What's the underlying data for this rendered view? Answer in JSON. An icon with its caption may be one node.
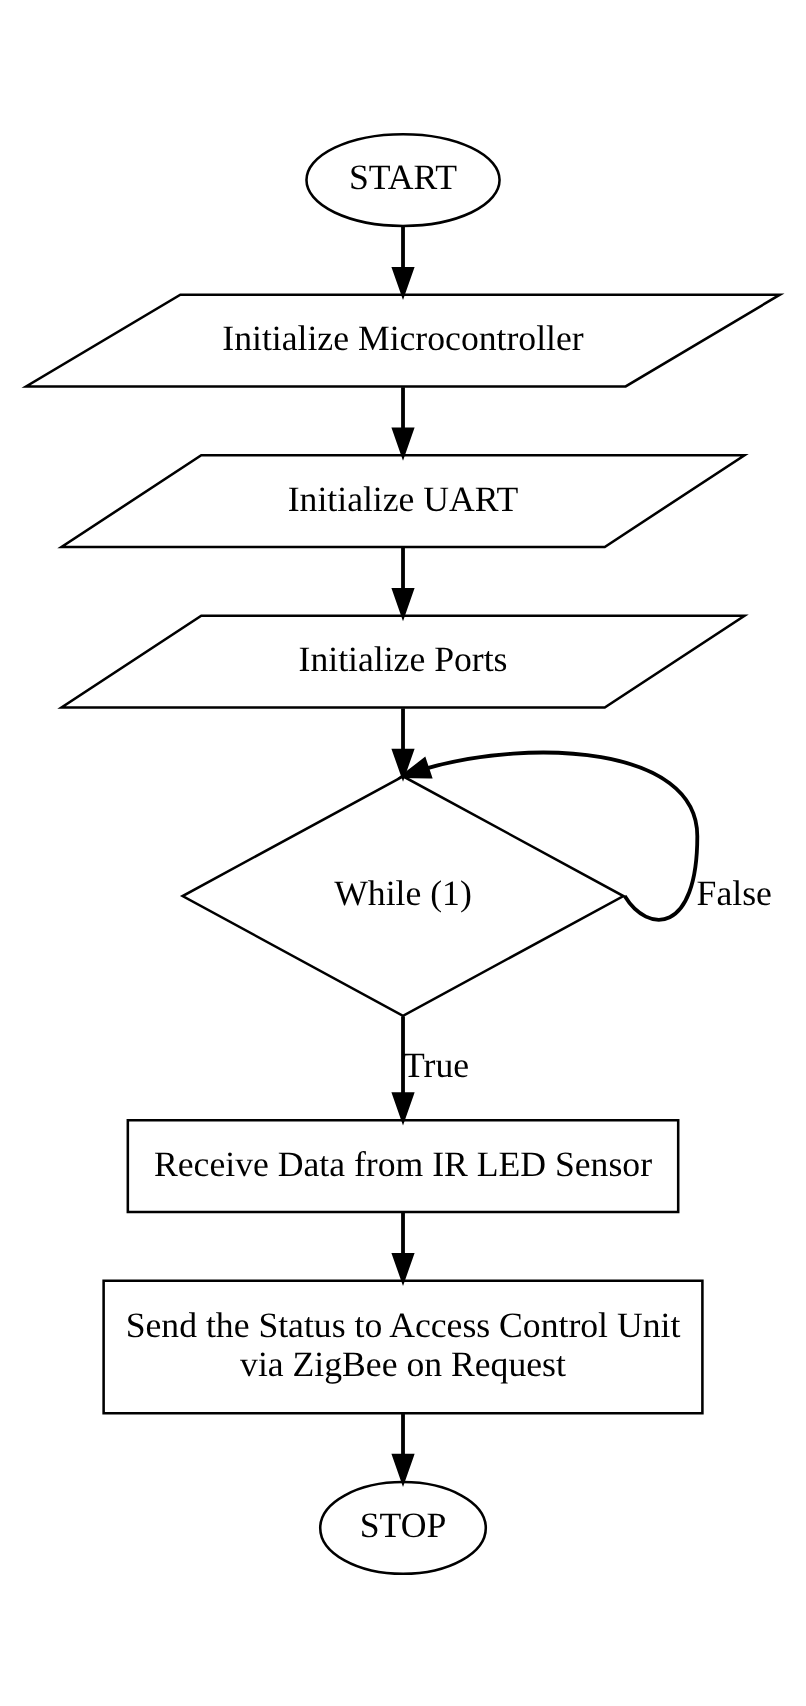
{
  "diagram": {
    "nodes": [
      {
        "text": [
          "START"
        ]
      },
      {
        "text": [
          "Initialize Microcontroller"
        ]
      },
      {
        "text": [
          "Initialize UART"
        ]
      },
      {
        "text": [
          "Initialize Ports"
        ]
      },
      {
        "text": [
          "While (1)"
        ]
      },
      {
        "text": [
          "Receive Data from IR LED Sensor"
        ]
      },
      {
        "text": [
          "Send the Status to Access Control Unit via ZigBee on Request"
        ]
      },
      {
        "text": [
          "STOP"
        ]
      }
    ],
    "edges": [
      {
        "from": 0,
        "to": 1,
        "arrow": "to"
      },
      {
        "from": 1,
        "to": 2,
        "arrow": "to"
      },
      {
        "from": 2,
        "to": 3,
        "arrow": "to"
      },
      {
        "from": 3,
        "to": 4,
        "arrow": "to"
      },
      {
        "from": 4,
        "to": 4,
        "arrow": "to",
        "label": "False"
      },
      {
        "from": 4,
        "to": 5,
        "arrow": "to",
        "label": "True"
      },
      {
        "from": 5,
        "to": 6,
        "arrow": "to"
      },
      {
        "from": 6,
        "to": 7,
        "arrow": "to"
      }
    ]
  }
}
